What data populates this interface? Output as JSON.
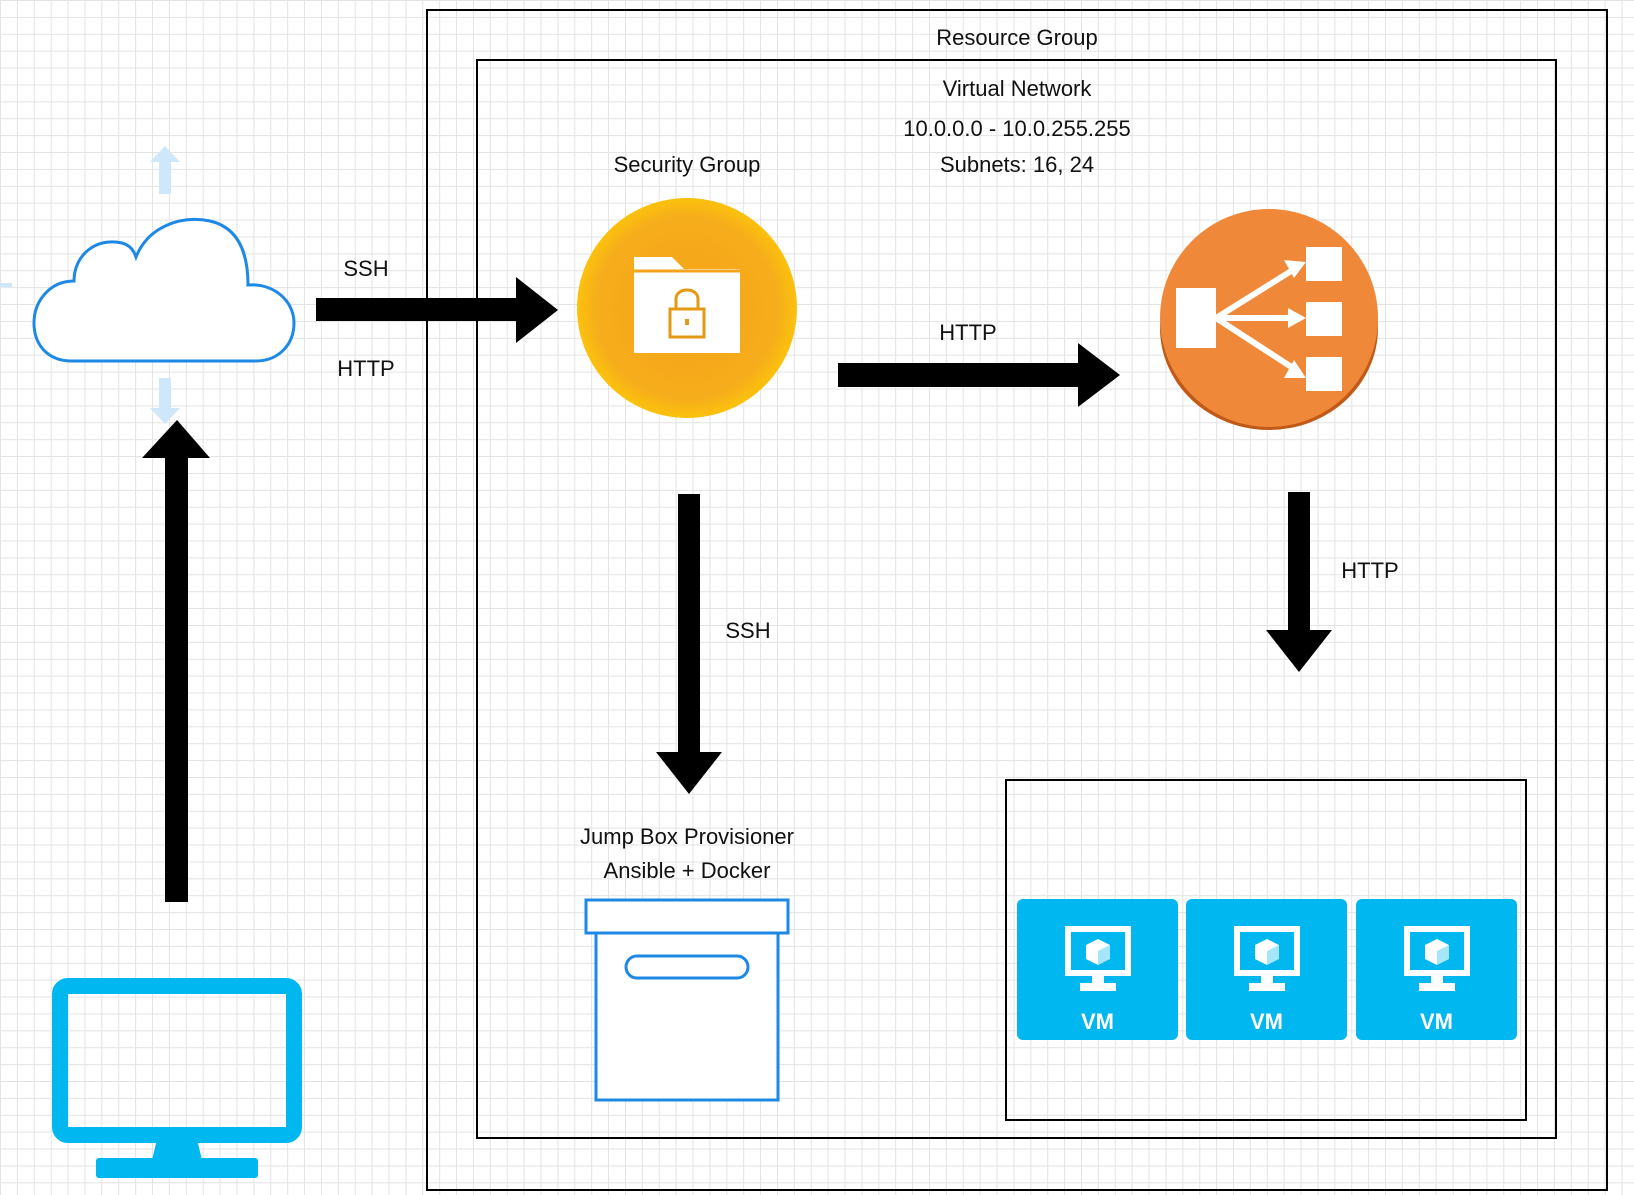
{
  "resource_group": {
    "label": "Resource Group"
  },
  "virtual_network": {
    "label": "Virtual Network",
    "ip_range": "10.0.0.0 - 10.0.255.255",
    "subnets": "Subnets: 16, 24"
  },
  "security_group": {
    "label": "Security Group",
    "icon": "lock-folder-icon",
    "color": "#f9b912"
  },
  "load_balancer": {
    "icon": "load-balancer-icon",
    "color": "#f0883a"
  },
  "internet": {
    "icon": "cloud-icon",
    "color": "#1e88e5"
  },
  "workstation": {
    "icon": "monitor-icon",
    "color": "#00b7ef"
  },
  "jump_box": {
    "line1": "Jump Box Provisioner",
    "line2": "Ansible + Docker",
    "icon": "box-icon"
  },
  "edges": {
    "cloud_to_sg_top": "SSH",
    "cloud_to_sg_bottom": "HTTP",
    "sg_to_lb": "HTTP",
    "sg_to_jumpbox": "SSH",
    "lb_to_vms": "HTTP"
  },
  "vms": [
    {
      "label": "VM"
    },
    {
      "label": "VM"
    },
    {
      "label": "VM"
    }
  ]
}
